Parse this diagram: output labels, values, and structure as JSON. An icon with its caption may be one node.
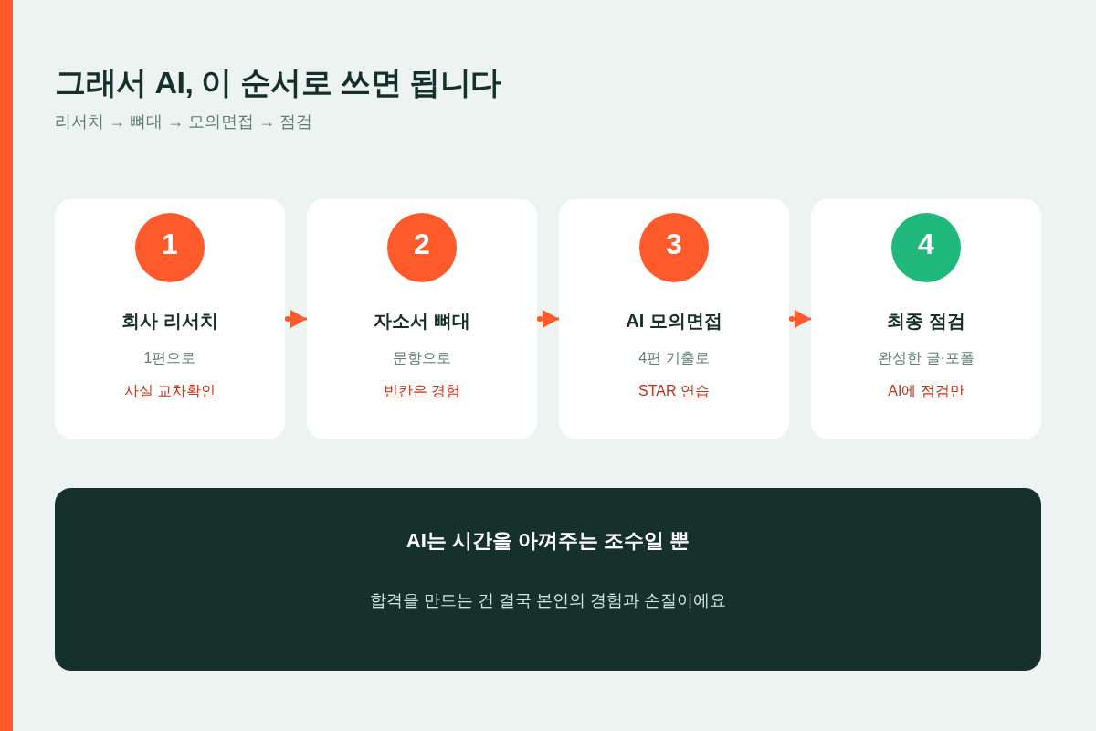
{
  "diagram": {
    "title": "그래서 AI, 이 순서로 쓰면 됩니다",
    "nodes": [
      {
        "text": [
          "회사 리서치",
          "1편으로",
          "사실 교차확인"
        ]
      },
      {
        "text": [
          "1"
        ],
        "in": 0
      },
      {
        "text": [
          "자소서 뼈대",
          "문항으로",
          "빈칸은 경험"
        ]
      },
      {
        "text": [
          "2"
        ],
        "in": 2
      },
      {
        "text": [
          "AI 모의면접",
          "4편 기출로",
          "STAR 연습"
        ]
      },
      {
        "text": [
          "3"
        ],
        "in": 4
      },
      {
        "text": [
          "최종 점검",
          "완성한 글·포폴",
          "AI에 점검만"
        ]
      },
      {
        "text": [
          "4"
        ],
        "in": 6
      },
      {
        "text": [
          "AI는 시간을 아껴주는 조수일 뿐",
          "합격을 만드는 건 결국 본인의 경험과 손질이에요"
        ]
      }
    ],
    "edges": [
      {
        "from": 0,
        "to": 2,
        "arrow": "to"
      },
      {
        "from": 2,
        "to": 4,
        "arrow": "to"
      },
      {
        "from": 4,
        "to": 6,
        "arrow": "to"
      }
    ],
    "labels": [
      "리서치 → 뼈대 → 모의면접 → 점검"
    ]
  }
}
